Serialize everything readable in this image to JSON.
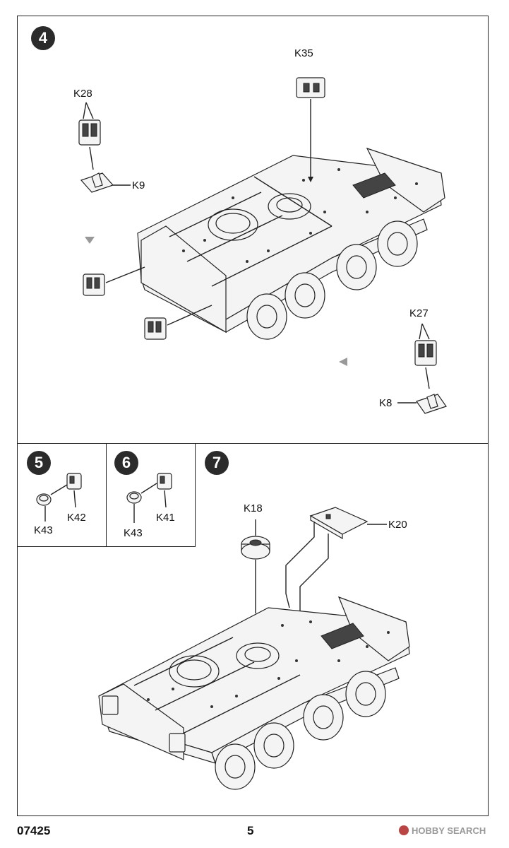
{
  "steps": [
    {
      "number": "4",
      "labels": {
        "k35": "K35",
        "k28": "K28",
        "k9": "K9",
        "k27": "K27",
        "k8": "K8"
      }
    },
    {
      "number": "5",
      "labels": {
        "k42": "K42",
        "k43": "K43"
      }
    },
    {
      "number": "6",
      "labels": {
        "k41": "K41",
        "k43": "K43"
      }
    },
    {
      "number": "7",
      "labels": {
        "k18": "K18",
        "k20": "K20"
      }
    }
  ],
  "footer": {
    "product_code": "07425",
    "page_number": "5",
    "watermark": "HOBBY SEARCH"
  }
}
